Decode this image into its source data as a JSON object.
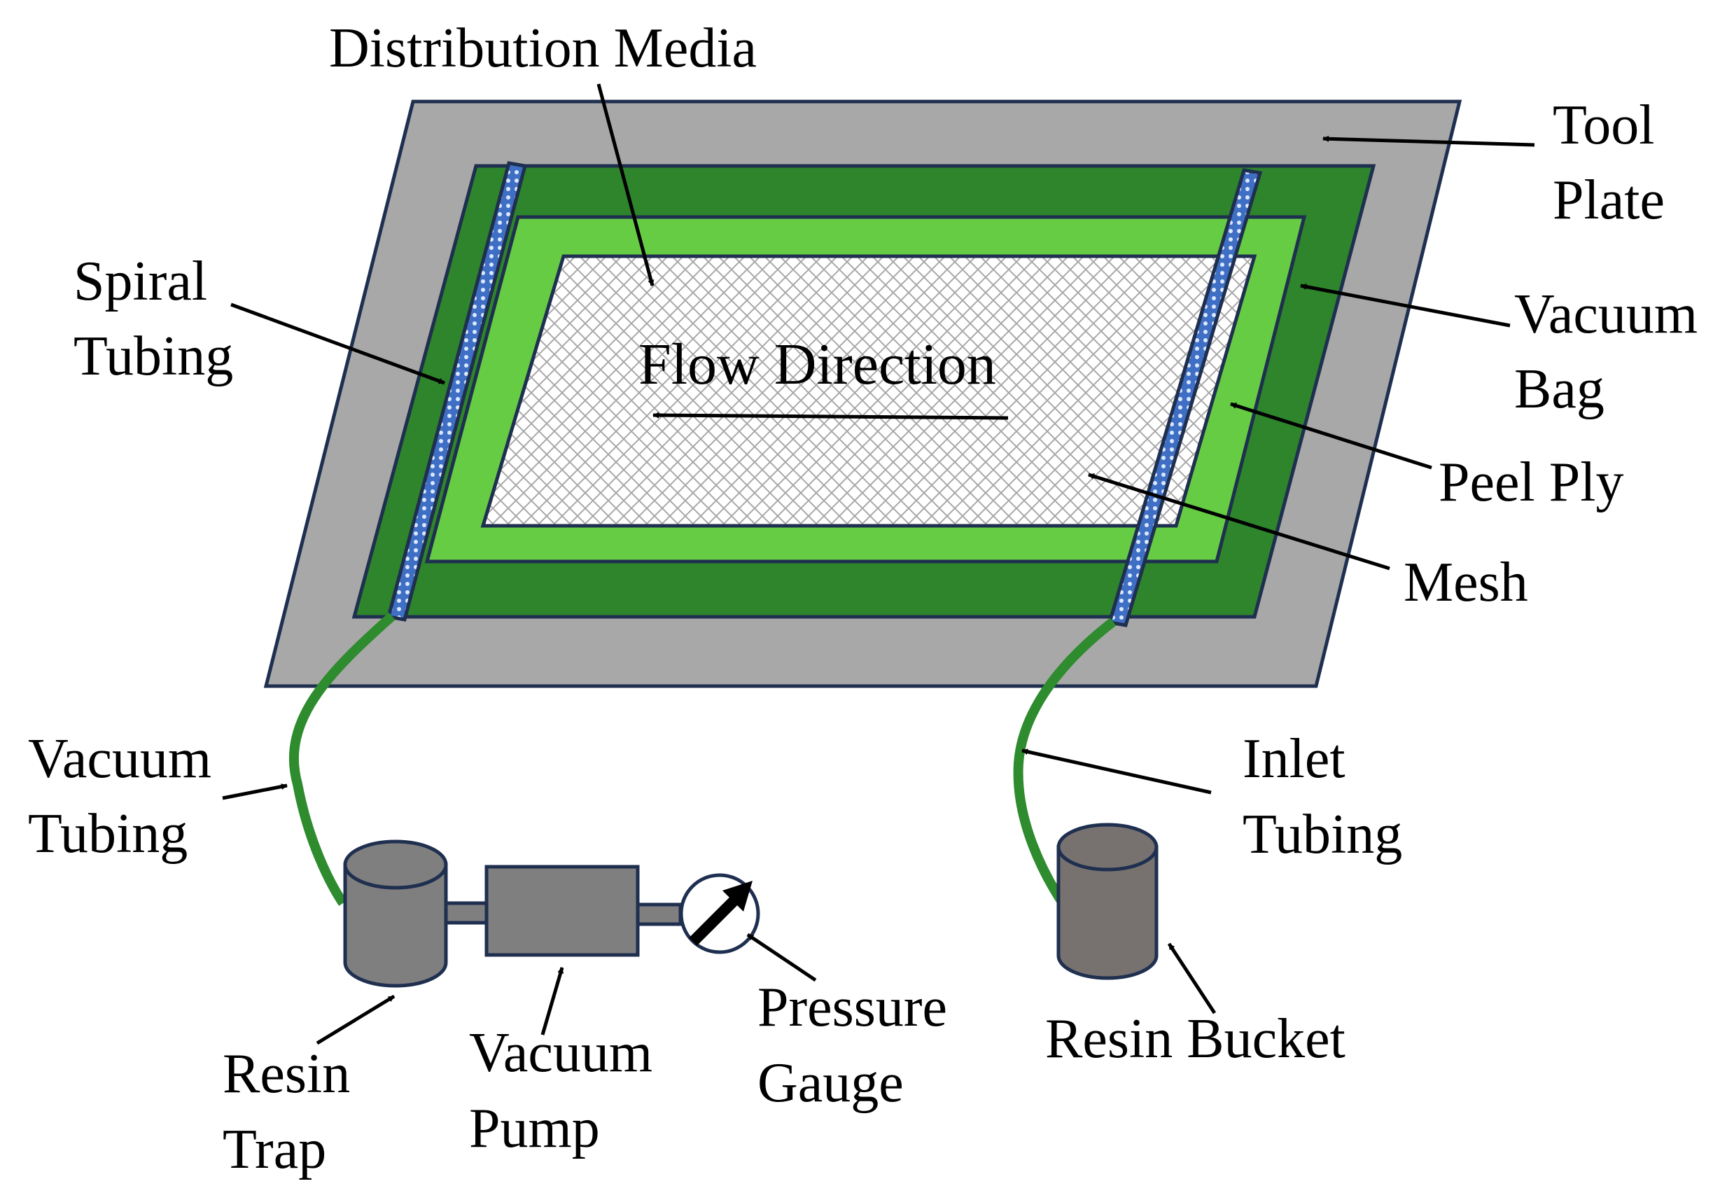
{
  "colors": {
    "tool_plate": "#a8a8a8",
    "vacuum_bag": "#2e852b",
    "peel_ply": "#66cc44",
    "mesh_fill": "#ffffff",
    "mesh_pattern": "#a8a8a8",
    "spiral_tubing": "#3f6fc4",
    "tubing_line": "#2e8b2e",
    "equipment": "#7f7f7f",
    "resin_bucket": "#777270",
    "outline": "#1f2f4f"
  },
  "labels": {
    "distribution_media": "Distribution Media",
    "tool_plate": [
      "Tool",
      "Plate"
    ],
    "spiral_tubing": [
      "Spiral",
      "Tubing"
    ],
    "vacuum_bag": [
      "Vacuum",
      "Bag"
    ],
    "flow_direction": "Flow Direction",
    "peel_ply": "Peel Ply",
    "mesh": "Mesh",
    "vacuum_tubing": [
      "Vacuum",
      "Tubing"
    ],
    "inlet_tubing": [
      "Inlet",
      "Tubing"
    ],
    "resin_trap": [
      "Resin",
      "Trap"
    ],
    "vacuum_pump": [
      "Vacuum",
      "Pump"
    ],
    "pressure_gauge": [
      "Pressure",
      "Gauge"
    ],
    "resin_bucket": "Resin Bucket"
  },
  "icons": {
    "pressure_gauge": "gauge-icon",
    "arrow": "arrow-icon"
  }
}
